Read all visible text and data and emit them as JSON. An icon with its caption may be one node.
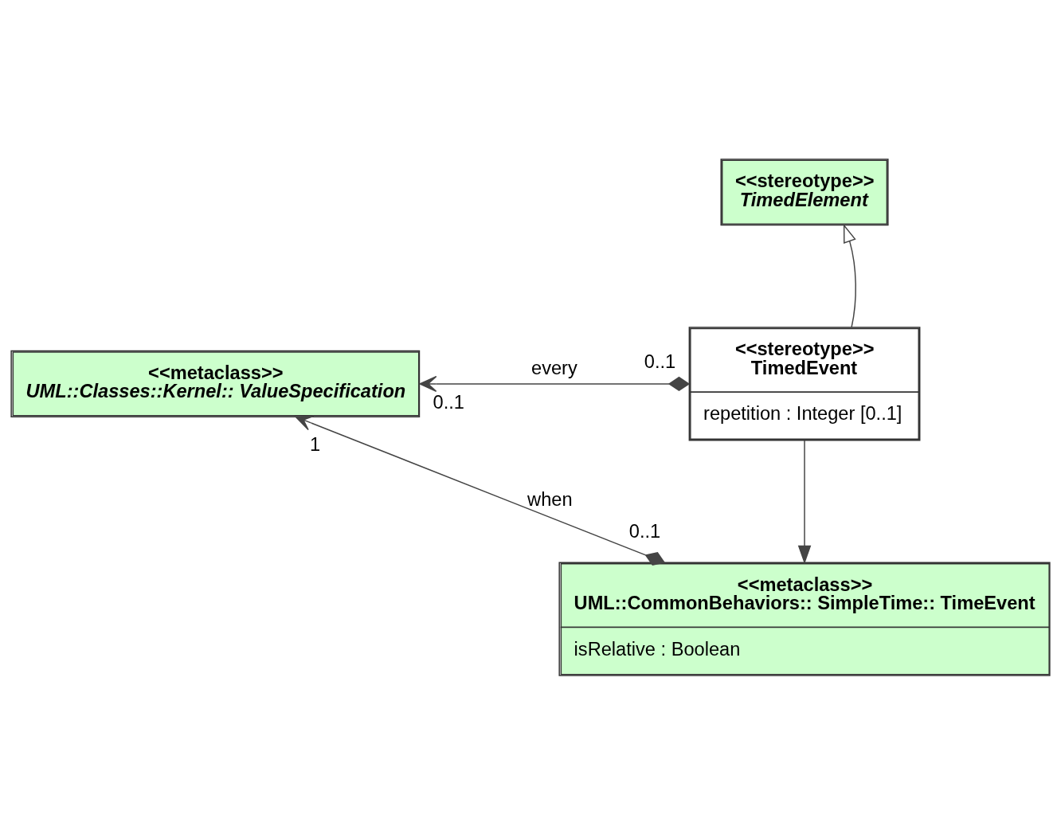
{
  "diagram": {
    "nodes": [
      {
        "text": [
          "<<stereotype>>",
          "TimedElement"
        ]
      },
      {
        "text": [
          "<<metaclass>>",
          "UML::Classes::Kernel:: ValueSpecification"
        ]
      },
      {
        "text": [
          "<<stereotype>>",
          "TimedEvent",
          "repetition : Integer [0..1]"
        ]
      },
      {
        "text": [
          "<<metaclass>>",
          "UML::CommonBehaviors:: SimpleTime:: TimeEvent",
          "isRelative : Boolean"
        ]
      }
    ],
    "edges": [
      {
        "from": 2,
        "to": 0,
        "arrow": "to"
      },
      {
        "from": 2,
        "to": 1,
        "arrow": "to",
        "label": "every"
      },
      {
        "from": 2,
        "to": 3,
        "arrow": "to"
      },
      {
        "from": 3,
        "to": 1,
        "arrow": "to",
        "label": "when"
      }
    ],
    "labels": [
      "0..1",
      "0..1",
      "1",
      "0..1"
    ]
  }
}
